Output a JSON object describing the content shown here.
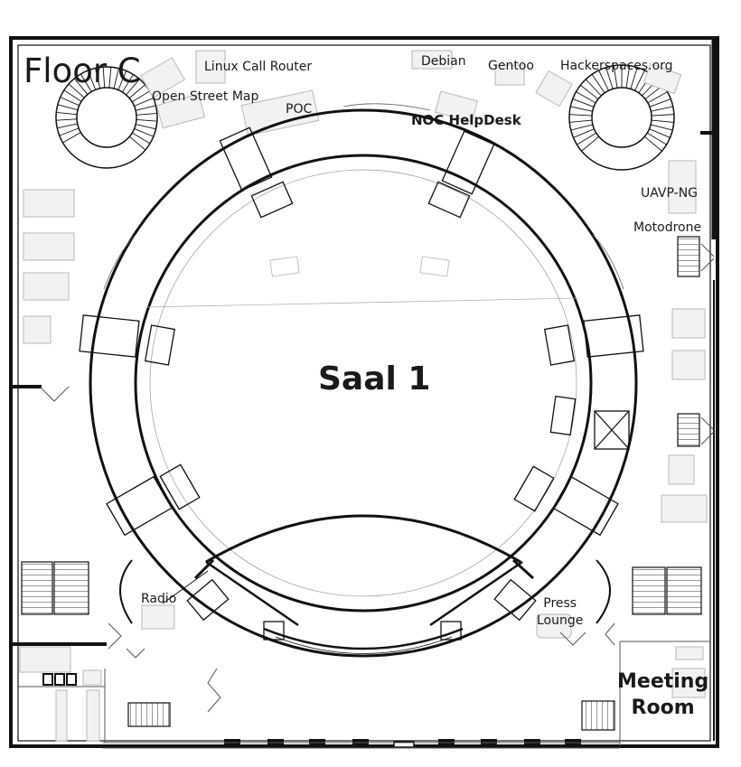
{
  "floor_title": "Floor C",
  "main_hall": "Saal 1",
  "areas": {
    "linux_call_router": "Linux Call Router",
    "debian": "Debian",
    "gentoo": "Gentoo",
    "hackerspaces": "Hackerspaces.org",
    "open_street_map": "Open Street Map",
    "poc": "POC",
    "noc_helpdesk": "NOC HelpDesk",
    "uavp_ng": "UAVP-NG",
    "motodrone": "Motodrone",
    "radio": "Radio",
    "press_lounge_line1": "Press",
    "press_lounge_line2": "Lounge",
    "meeting_room_line1": "Meeting",
    "meeting_room_line2": "Room"
  },
  "colors": {
    "wall": "#111111",
    "furniture": "#c8c8c8",
    "furniture_fill": "#efefef",
    "thin": "#9a9a9a"
  }
}
